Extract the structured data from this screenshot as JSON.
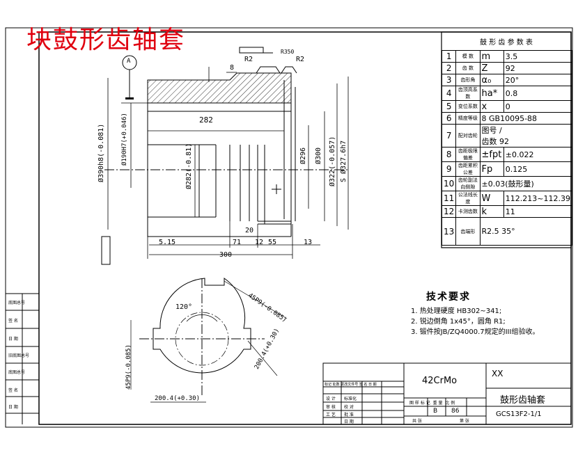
{
  "title": "块鼓形齿轴套",
  "param_table": {
    "title": "鼓 形 齿 参 数 表",
    "rows": [
      {
        "no": "1",
        "name": "模 数",
        "symbol": "m",
        "value": "3.5"
      },
      {
        "no": "2",
        "name": "齿 数",
        "symbol": "Z",
        "value": "92"
      },
      {
        "no": "3",
        "name": "齿形角",
        "symbol": "α₀",
        "value": "20°"
      },
      {
        "no": "4",
        "name": "齿顶高系数",
        "symbol": "ha*",
        "value": "0.8"
      },
      {
        "no": "5",
        "name": "变位系数",
        "symbol": "x",
        "value": "0"
      },
      {
        "no": "6",
        "name": "精度等级",
        "symbol": "",
        "value": "8 GB10095-88"
      },
      {
        "no": "7",
        "name": "配对齿轮",
        "symbol": "",
        "value": "图号 /",
        "value2": "齿数   92"
      },
      {
        "no": "8",
        "name": "齿距极限偏差",
        "symbol": "±fpt",
        "value": "±0.022"
      },
      {
        "no": "9",
        "name": "齿距累积公差",
        "symbol": "Fp",
        "value": "0.125"
      },
      {
        "no": "10",
        "name": "齿轮副法向侧隙",
        "symbol": "",
        "value": "±0.03(鼓形量)"
      },
      {
        "no": "11",
        "name": "公法线长度",
        "symbol": "W",
        "value": "112.213~112.39"
      },
      {
        "no": "12",
        "name": "卡测齿数",
        "symbol": "k",
        "value": "11"
      },
      {
        "no": "13",
        "name": "齿端形",
        "symbol": "",
        "value": "R2.5  35°"
      }
    ]
  },
  "tech": {
    "title": "技术要求",
    "items": [
      "1.  热处理硬度 HB302~341;",
      "2.  锐边倒角 1x45°，圆角 R1;",
      "3.  锻件按JB/ZQ4000.7规定的III组验收。"
    ]
  },
  "title_block": {
    "material": "42CrMo",
    "code": "XX",
    "part_name": "鼓形齿轴套",
    "drawing_no": "GCS13F2-1/1",
    "stage": "B",
    "weight": "86"
  },
  "dims": {
    "d1": "Ø390h8(-0.081)",
    "d2": "Ø190H7(+0.046)",
    "d3": "Ø282(-0.81)",
    "d4": "Ø296",
    "d5": "Ø300",
    "d6": "Ø322(-0.057)",
    "d7": "S Ø327.6h7",
    "len_282": "282",
    "len_300": "300",
    "len_515": "5.15",
    "len_71": "71",
    "len_20": "20",
    "len_12": "12",
    "len_55": "55",
    "len_13": "13",
    "len_8": "8",
    "kw_top": "45P9(-0.085)",
    "kw_left": "45P9(-0.085)",
    "kw_200a": "200.4(+0.30)",
    "kw_200b": "200.4(+0.30)",
    "angle": "120°",
    "R2": "R2",
    "R350": "R350",
    "datum": "A"
  },
  "left_strip": [
    "底图总号",
    "签 名",
    "日 期",
    "旧底图总号",
    "底图总号",
    "签 名",
    "日 期"
  ],
  "revision_headers": [
    "标记",
    "处数",
    "更改文件号",
    "签 名",
    "日 期"
  ],
  "signatures": [
    "设 计",
    "标准化",
    "审 核",
    "工 艺"
  ],
  "sig_right": [
    "校 对",
    "批 准",
    "日 期"
  ],
  "stage_headers": [
    "图 样 标 记",
    "重 量",
    "比 例"
  ],
  "sheet_labels": [
    "共 张",
    "第 张"
  ]
}
